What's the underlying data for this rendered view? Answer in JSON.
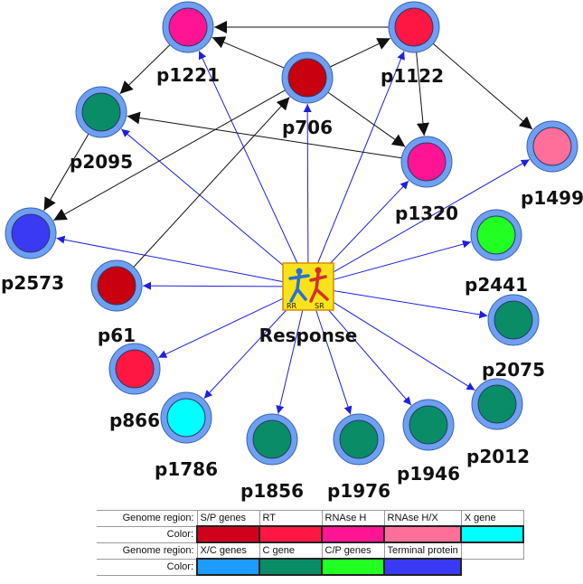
{
  "hub": {
    "label": "Response",
    "logo_left_text": "RR",
    "logo_right_text": "SR",
    "logo_bg": "#f7e21b",
    "logo_border": "#d98c00",
    "logo_left_color": "#2a6fd6",
    "logo_right_color": "#d4302a"
  },
  "edge_colors": {
    "from_hub": "#1f1fe0",
    "between_nodes": "#111111"
  },
  "ring_color": "#6f9ff0",
  "nodes": [
    {
      "id": "p1221",
      "label": "p1221",
      "color": "#ff1493"
    },
    {
      "id": "p1122",
      "label": "p1122",
      "color": "#ff1744"
    },
    {
      "id": "p706",
      "label": "p706",
      "color": "#c80010"
    },
    {
      "id": "p2095",
      "label": "p2095",
      "color": "#0a8c66"
    },
    {
      "id": "p1320",
      "label": "p1320",
      "color": "#ff1493"
    },
    {
      "id": "p1499",
      "label": "p1499",
      "color": "#ff6f9a"
    },
    {
      "id": "p2573",
      "label": "p2573",
      "color": "#3a3af5"
    },
    {
      "id": "p2441",
      "label": "p2441",
      "color": "#22ff22"
    },
    {
      "id": "p61",
      "label": "p61",
      "color": "#c80010"
    },
    {
      "id": "p2075",
      "label": "p2075",
      "color": "#0a8c66"
    },
    {
      "id": "p866",
      "label": "p866",
      "color": "#ff1744"
    },
    {
      "id": "p2012",
      "label": "p2012",
      "color": "#0a8c66"
    },
    {
      "id": "p1786",
      "label": "p1786",
      "color": "#00ffff"
    },
    {
      "id": "p1856",
      "label": "p1856",
      "color": "#0a8c66"
    },
    {
      "id": "p1976",
      "label": "p1976",
      "color": "#0a8c66"
    },
    {
      "id": "p1946",
      "label": "p1946",
      "color": "#0a8c66"
    }
  ],
  "hub_edges": [
    "p1221",
    "p1122",
    "p706",
    "p2095",
    "p1320",
    "p1499",
    "p2573",
    "p2441",
    "p61",
    "p2075",
    "p866",
    "p2012",
    "p1786",
    "p1856",
    "p1976",
    "p1946"
  ],
  "node_edges": [
    [
      "p1122",
      "p1221"
    ],
    [
      "p706",
      "p1221"
    ],
    [
      "p706",
      "p1122"
    ],
    [
      "p706",
      "p1320"
    ],
    [
      "p1122",
      "p1320"
    ],
    [
      "p1122",
      "p1499"
    ],
    [
      "p1221",
      "p2095"
    ],
    [
      "p1320",
      "p2095"
    ],
    [
      "p2095",
      "p2573"
    ],
    [
      "p706",
      "p2573"
    ],
    [
      "p61",
      "p706"
    ]
  ],
  "legend": {
    "rows": [
      {
        "region_header": "Genome region:",
        "color_header": "Color:",
        "regions": [
          "S/P genes",
          "RT",
          "RNAse H",
          "RNAse H/X",
          "X gene"
        ],
        "colors": [
          "#d0021b",
          "#ff1744",
          "#ff1493",
          "#ff6f9a",
          "#00ffff"
        ]
      },
      {
        "region_header": "Genome region:",
        "color_header": "Color:",
        "regions": [
          "X/C genes",
          "C gene",
          "C/P genes",
          "Terminal protein",
          ""
        ],
        "colors": [
          "#1e9bff",
          "#0a8c66",
          "#22ff22",
          "#3a3af5",
          ""
        ]
      }
    ]
  }
}
